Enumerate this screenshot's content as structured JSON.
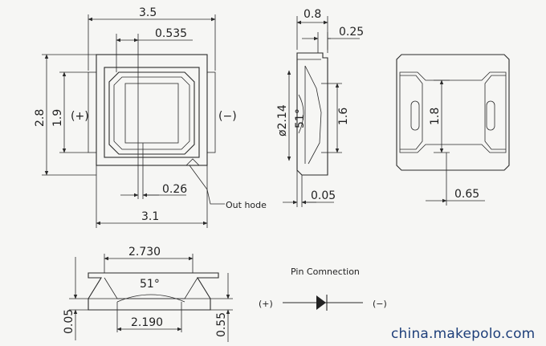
{
  "top_view": {
    "width_label": "3.5",
    "pad_label": "0.535",
    "height_label": "2.8",
    "inner_height_label": "1.9",
    "plus_label": "(+)",
    "minus_label": "(−)",
    "gap_label": "0.26",
    "bottom_width_label": "3.1",
    "out_hode_label": "Out hode"
  },
  "side_view": {
    "width_label": "0.8",
    "step_label": "0.25",
    "diameter_label": "ø2.14",
    "angle_label": "51°",
    "height_label": "1.6",
    "offset_label": "0.05"
  },
  "bottom_view": {
    "height_label": "1.8",
    "width_label": "0.65"
  },
  "section_view": {
    "top_label": "2.730",
    "angle_label": "51°",
    "bottom_label": "2.190",
    "left_thickness_label": "0.05",
    "right_thickness_label": "0.55"
  },
  "pin_connection": {
    "title": "Pin Comnection",
    "plus_label": "(+)",
    "minus_label": "(−)"
  },
  "watermark": "china.makepolo.com"
}
